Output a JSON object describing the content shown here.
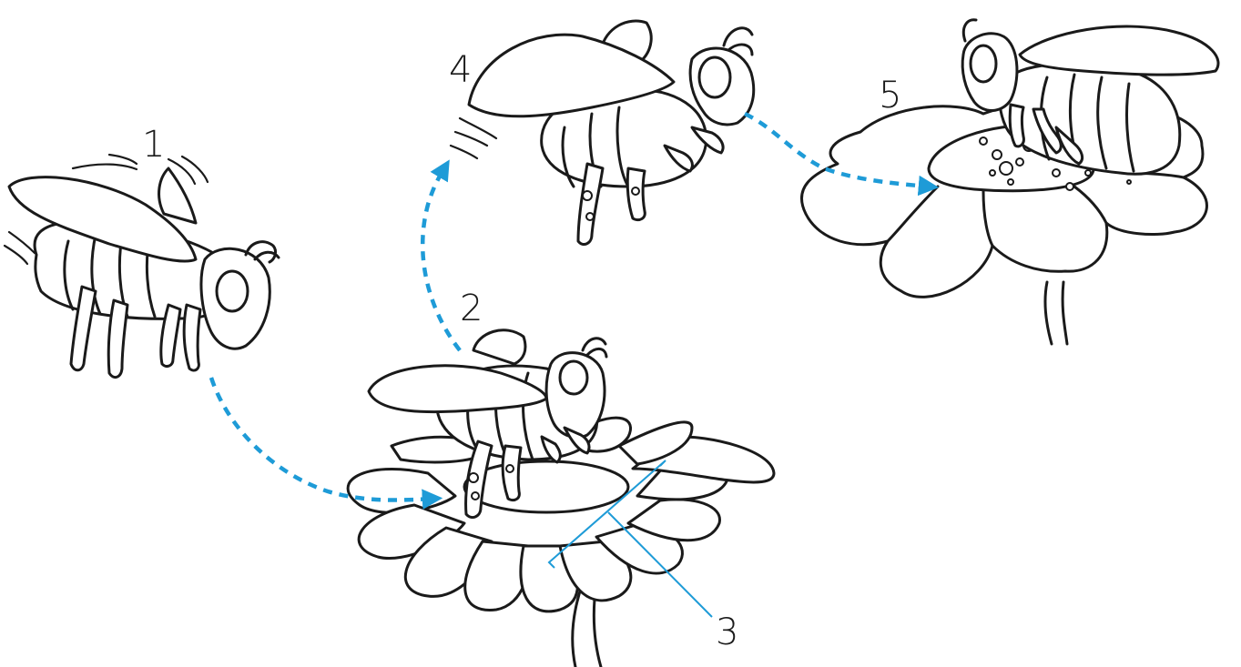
{
  "figure": {
    "labels": {
      "step1": "1",
      "step2": "2",
      "step3": "3",
      "step4": "4",
      "step5": "5"
    },
    "colors": {
      "outline": "#1a1a1a",
      "arrow": "#1e9bd7",
      "background": "#ffffff"
    },
    "icons": [
      "bee-flying-icon",
      "bee-on-flower-icon",
      "flower-icon",
      "pollen-icon",
      "dashed-arrow-icon"
    ]
  }
}
